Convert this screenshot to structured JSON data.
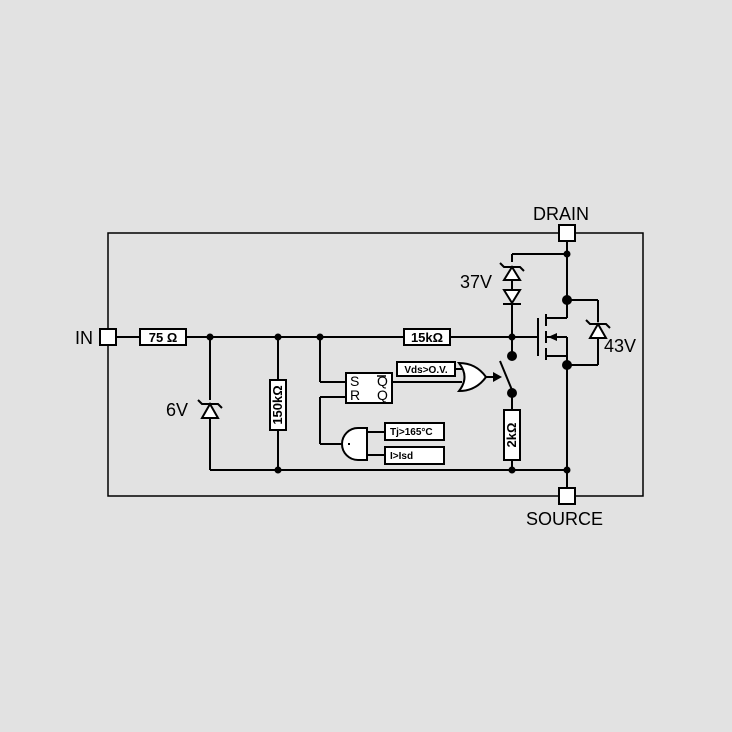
{
  "pins": {
    "in": "IN",
    "drain": "DRAIN",
    "source": "SOURCE"
  },
  "resistors": {
    "r75": "75 Ω",
    "r15k": "15kΩ",
    "r150k": "150kΩ",
    "r2k": "2kΩ"
  },
  "zeners": {
    "z6": "6V",
    "z37": "37V",
    "z43": "43V"
  },
  "flipflop": {
    "s": "S",
    "r": "R",
    "qbar": "Q",
    "q": "Q"
  },
  "comparators": {
    "vds": "Vds>O.V.",
    "tj": "Tj>165°C",
    "isd": "I>Isd"
  }
}
